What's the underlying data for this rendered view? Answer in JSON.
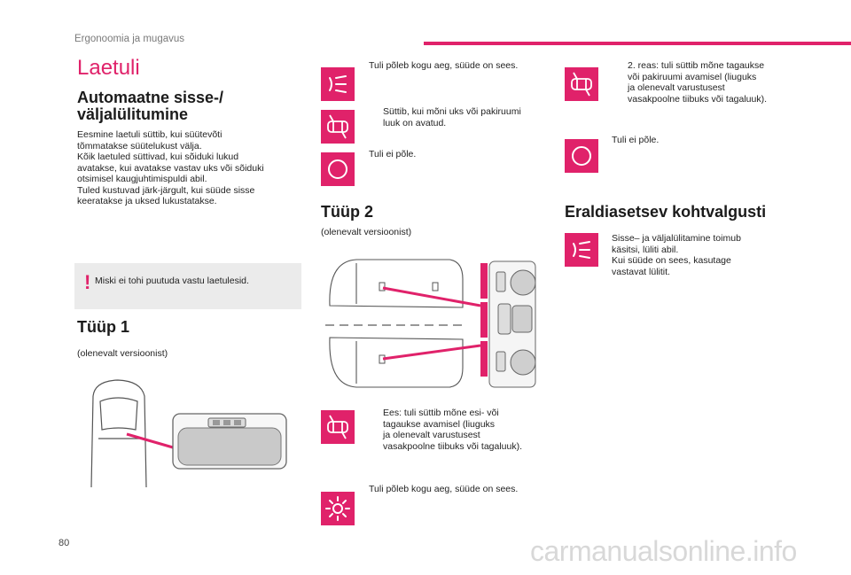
{
  "header": {
    "section_title": "Ergonoomia ja mugavus"
  },
  "page_title": "Laetuli",
  "auto": {
    "title_line1": "Automaatne sisse-/",
    "title_line2": "väljalülitumine",
    "lines": [
      "Eesmine laetuli süttib, kui süütevõti",
      "tõmmatakse süütelukust välja.",
      "Kõik laetuled süttivad, kui sõiduki lukud",
      "avatakse, kui avatakse vastav uks või sõiduki",
      "otsimisel kaugjuhtimispuldi abil.",
      "Tuled kustuvad järk-järgult, kui süüde sisse",
      "keeratakse ja uksed lukustatakse."
    ]
  },
  "warning": {
    "mark": "!",
    "text": "Miski ei tohi puutuda vastu laetulesid."
  },
  "type1": {
    "title": "Tüüp 1",
    "subtitle": "(olenevalt versioonist)"
  },
  "type1_states": [
    {
      "icon": "light-on-icon",
      "lines": [
        "Tuli põleb kogu aeg, süüde on sees."
      ]
    },
    {
      "icon": "door-open-car-icon",
      "lines": [
        "Süttib, kui mõni uks või pakiruumi",
        "luuk on avatud."
      ]
    },
    {
      "icon": "light-off-icon",
      "lines": [
        "Tuli ei põle."
      ]
    }
  ],
  "type2": {
    "title": "Tüüp 2",
    "subtitle": "(olenevalt versioonist)"
  },
  "type2_states": [
    {
      "icon": "door-open-car-icon",
      "lines": [
        "Ees: tuli süttib mõne esi- või",
        "tagaukse avamisel (liuguks",
        "ja olenevalt varustusest",
        "vasakpoolne tiibuks või tagaluuk)."
      ]
    },
    {
      "icon": "sun-icon",
      "lines": [
        "Tuli põleb kogu aeg, süüde on sees."
      ]
    }
  ],
  "row2_states": [
    {
      "icon": "door-open-car-icon",
      "lines": [
        "2. reas: tuli süttib mõne tagaukse",
        "või pakiruumi avamisel (liuguks",
        "ja olenevalt varustusest",
        "vasakpoolne tiibuks või tagaluuk)."
      ]
    },
    {
      "icon": "light-off-icon",
      "lines": [
        "Tuli ei põle."
      ]
    }
  ],
  "spot": {
    "title": "Eraldiasetsev kohtvalgusti",
    "lines": [
      "Sisse– ja väljalülitamine toimub",
      "käsitsi, lüliti abil.",
      "Kui süüde on sees, kasutage",
      "vastavat lülitit."
    ],
    "icon": "light-on-icon"
  },
  "footer": {
    "page_number": "80",
    "watermark": "carmanualsonline.info"
  },
  "colors": {
    "accent": "#e0226a",
    "warning_bg": "#ebebeb"
  }
}
